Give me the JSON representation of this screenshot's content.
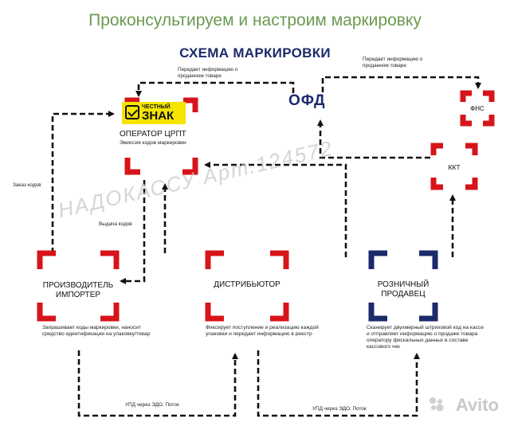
{
  "header": "Проконсультируем и настроим маркировку",
  "title": "СХЕМА МАРКИРОВКИ",
  "logo": {
    "line1": "ЧЕСТНЫЙ",
    "line2": "ЗНАК"
  },
  "nodes": {
    "operator": {
      "label": "ОПЕРАТОР ЦРПТ",
      "desc": "Эмиссия кодов маркировки"
    },
    "ofd": {
      "label": "ОФД"
    },
    "fns": {
      "label": "ФНС"
    },
    "kkt": {
      "label": "ККТ"
    },
    "producer": {
      "label_line1": "ПРОИЗВОДИТЕЛЬ",
      "label_line2": "ИМПОРТЕР",
      "desc": "Запрашивает коды маркировки, наносит средство идентификации на упаковку/товар"
    },
    "distributor": {
      "label": "ДИСТРИБЬЮТОР",
      "desc": "Фиксирует поступление и реализацию каждой упаковки и передает информацию в реестр"
    },
    "retailer": {
      "label": "РОЗНИЧНЫЙ ПРОДАВЕЦ",
      "desc": "Сканирует двухмерный штриховой код на кассе и отправляет информацию о продаже товара оператору фискальных данных в составе кассового чек"
    }
  },
  "arrows": {
    "ofd_to_operator": "Передает информацию о проданном товаре",
    "ofd_to_fns": "Передает информацию о проданном товаре",
    "order_codes": "Заказ кодов",
    "issue_codes": "Выдача кодов",
    "upd_left": "УПД через ЭДО. Поток",
    "upd_right": "УПД через ЭДО. Поток"
  },
  "watermark": "НАДОКАССУ Арт.124572",
  "brand": "Avito",
  "colors": {
    "red": "#d7141a",
    "navy": "#1b2a6b",
    "green": "#6a9a50",
    "yellow": "#f5e400"
  }
}
